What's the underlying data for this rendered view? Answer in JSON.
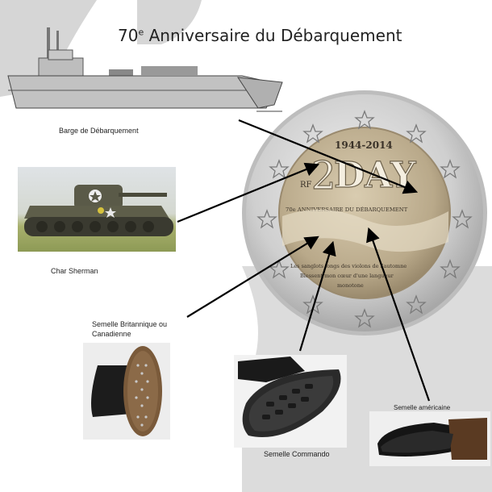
{
  "title": {
    "prefix": "70",
    "superscript": "e",
    "rest": " Anniversaire du Débarquement"
  },
  "captions": {
    "barge": "Barge de Débarquement",
    "tank": "Char Sherman",
    "british_sole_line1": "Semelle Britannique ou",
    "british_sole_line2": "Canadienne",
    "commando_sole": "Semelle Commando",
    "american_sole": "Semelle américaine"
  },
  "coin": {
    "years": "1944-2014",
    "country": "RF",
    "day_text": "DAY",
    "big_digit": "2",
    "anniversary_text": "70e ANNIVERSAIRE DU DÉBARQUEMENT",
    "inscription_line1": "Les sanglots longs des violons de l'automne",
    "inscription_line2": "Blessent mon cœur d'une langueur",
    "inscription_line3": "monotone"
  },
  "colors": {
    "background": "#ffffff",
    "backdrop_gray": "#d3d3d3",
    "coin_ring": "#d6d6d6",
    "coin_center": "#b9a98a",
    "arrow": "#000000"
  }
}
